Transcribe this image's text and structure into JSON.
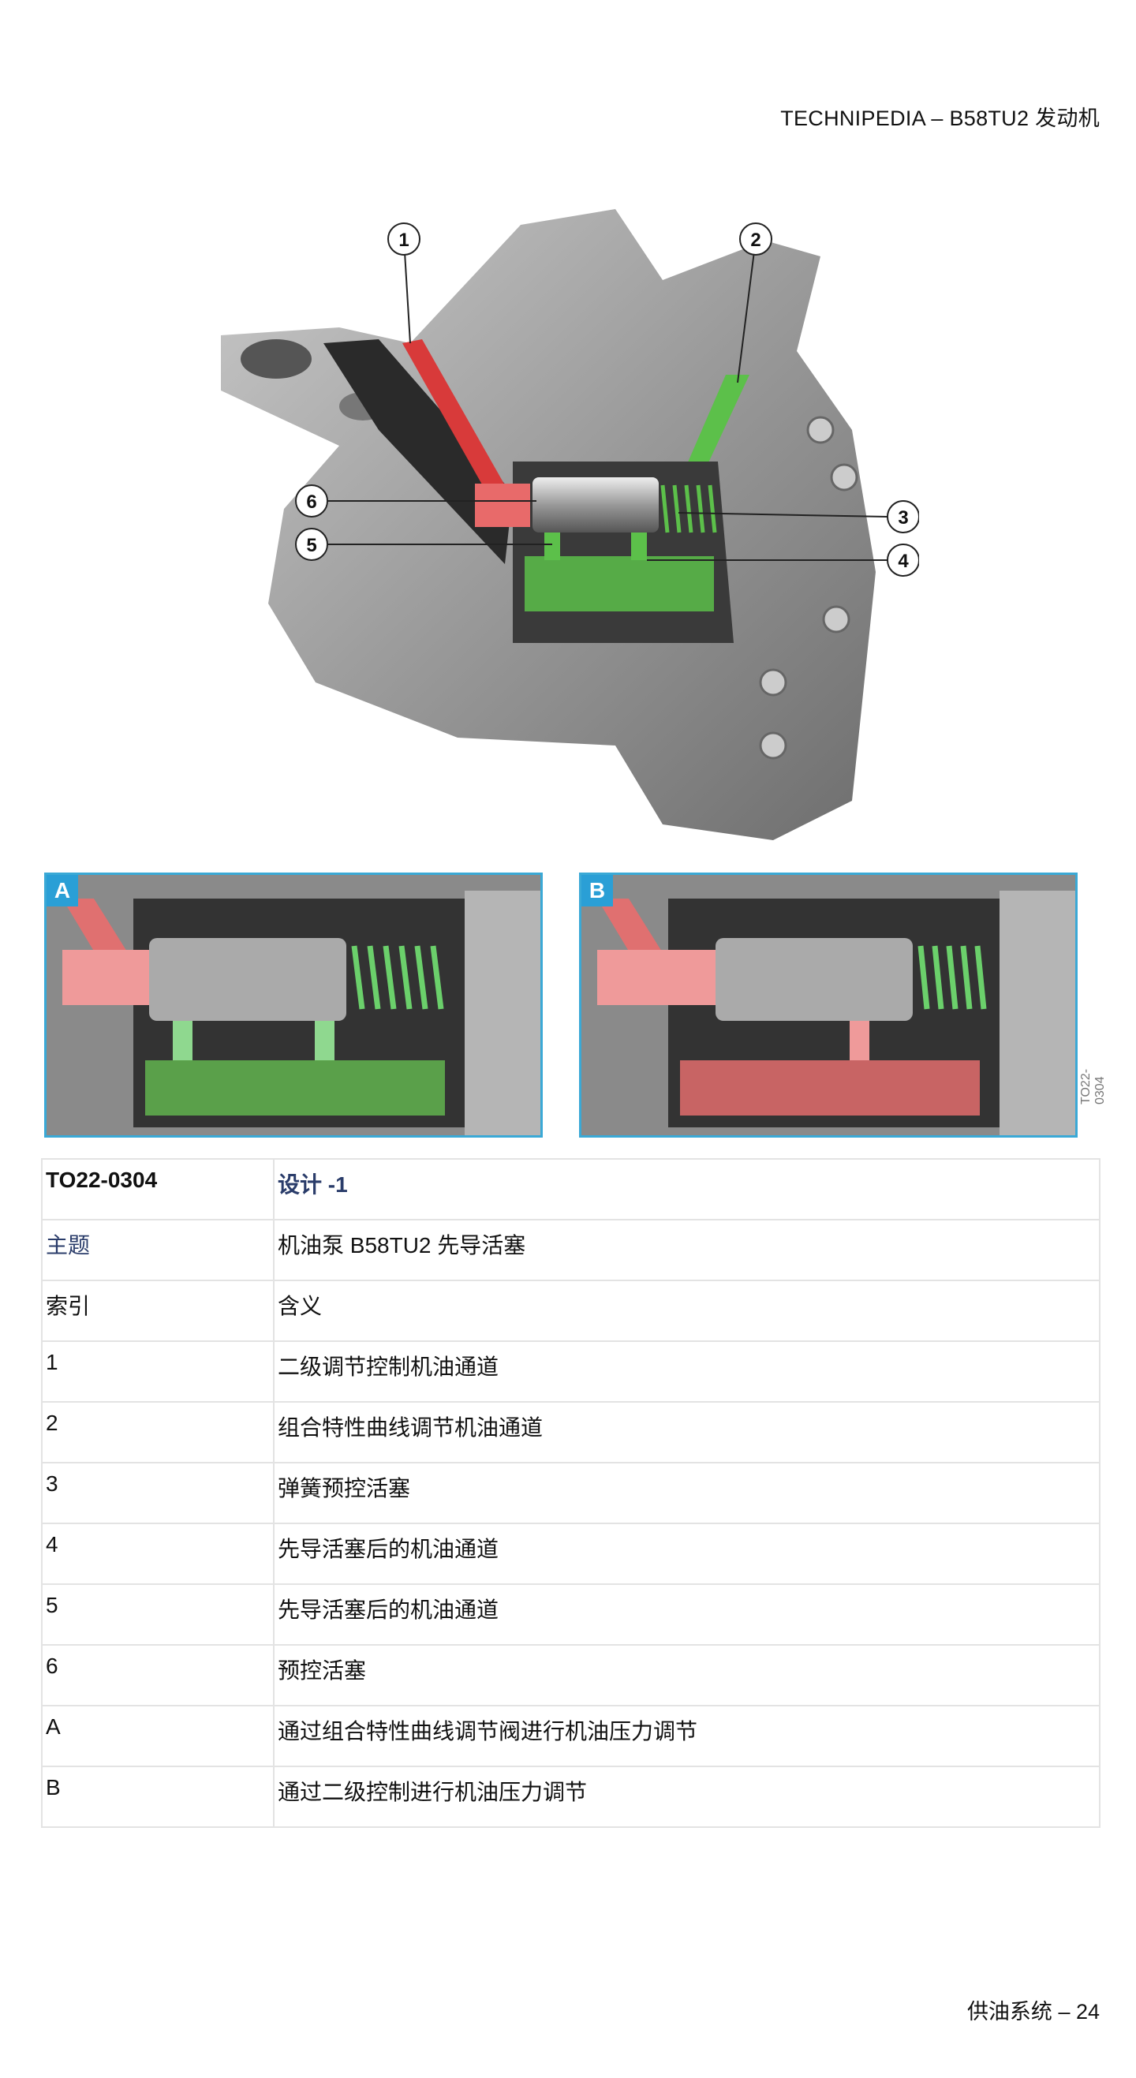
{
  "header": {
    "title": "TECHNIPEDIA  – B58TU2 发动机"
  },
  "figure": {
    "callouts": [
      "1",
      "2",
      "3",
      "4",
      "5",
      "6"
    ],
    "panels": [
      {
        "label": "A"
      },
      {
        "label": "B"
      }
    ],
    "figure_id": "TO22-0304",
    "colors": {
      "control_oil": "#d83a3a",
      "map_oil": "#5cc04a",
      "frame": "#3aa9d6"
    }
  },
  "table": {
    "rows": [
      {
        "key": "TO22-0304",
        "value": "设计 -1"
      },
      {
        "key": "主题",
        "value": "机油泵 B58TU2 先导活塞"
      },
      {
        "key": "索引",
        "value": "含义"
      },
      {
        "key": "1",
        "value": "二级调节控制机油通道"
      },
      {
        "key": "2",
        "value": "组合特性曲线调节机油通道"
      },
      {
        "key": "3",
        "value": "弹簧预控活塞"
      },
      {
        "key": "4",
        "value": "先导活塞后的机油通道"
      },
      {
        "key": "5",
        "value": "先导活塞后的机油通道"
      },
      {
        "key": "6",
        "value": "预控活塞"
      },
      {
        "key": "A",
        "value": "通过组合特性曲线调节阀进行机油压力调节"
      },
      {
        "key": "B",
        "value": "通过二级控制进行机油压力调节"
      }
    ]
  },
  "footer": {
    "page": "供油系统 – 24"
  }
}
